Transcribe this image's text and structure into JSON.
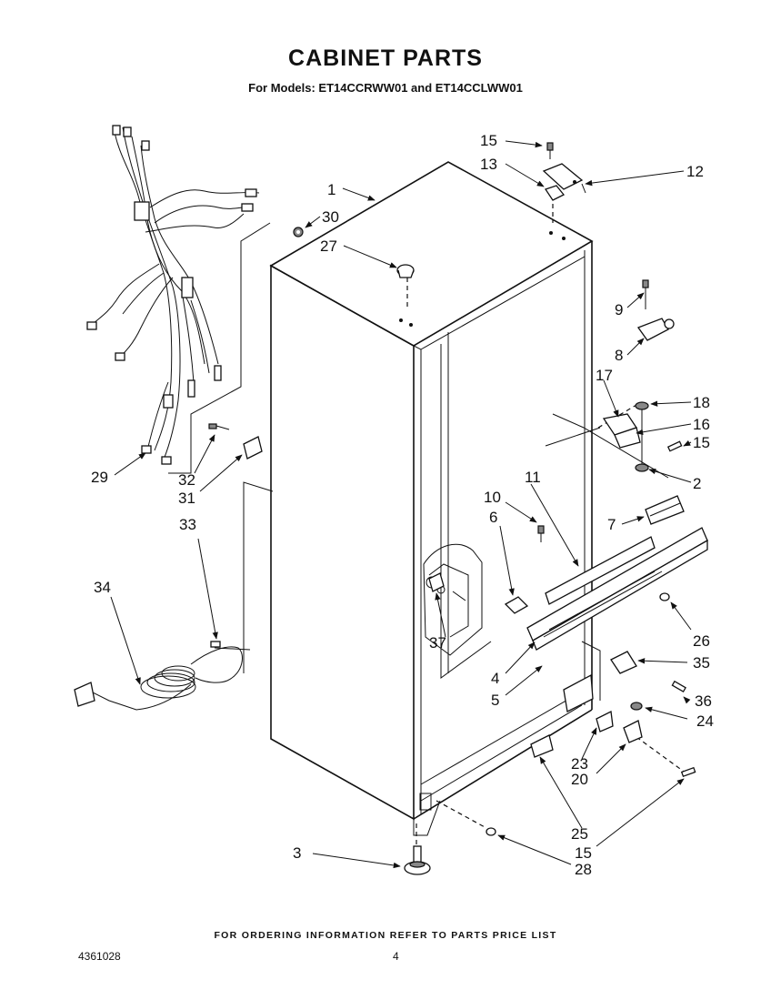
{
  "title": "CABINET PARTS",
  "subtitle": "For Models: ET14CCRWW01 and ET14CCLWW01",
  "footer": "FOR ORDERING INFORMATION REFER TO PARTS PRICE LIST",
  "document_number": "4361028",
  "page_number": "4",
  "callouts": {
    "c1": "1",
    "c2": "2",
    "c3": "3",
    "c4": "4",
    "c5": "5",
    "c6": "6",
    "c7": "7",
    "c8": "8",
    "c9": "9",
    "c10": "10",
    "c11": "11",
    "c12": "12",
    "c13": "13",
    "c15a": "15",
    "c15b": "15",
    "c15c": "15",
    "c16": "16",
    "c17": "17",
    "c18": "18",
    "c20": "20",
    "c23": "23",
    "c24": "24",
    "c25": "25",
    "c26": "26",
    "c27": "27",
    "c28": "28",
    "c29": "29",
    "c30": "30",
    "c31": "31",
    "c32": "32",
    "c33": "33",
    "c34": "34",
    "c35": "35",
    "c36": "36",
    "c37": "37"
  }
}
